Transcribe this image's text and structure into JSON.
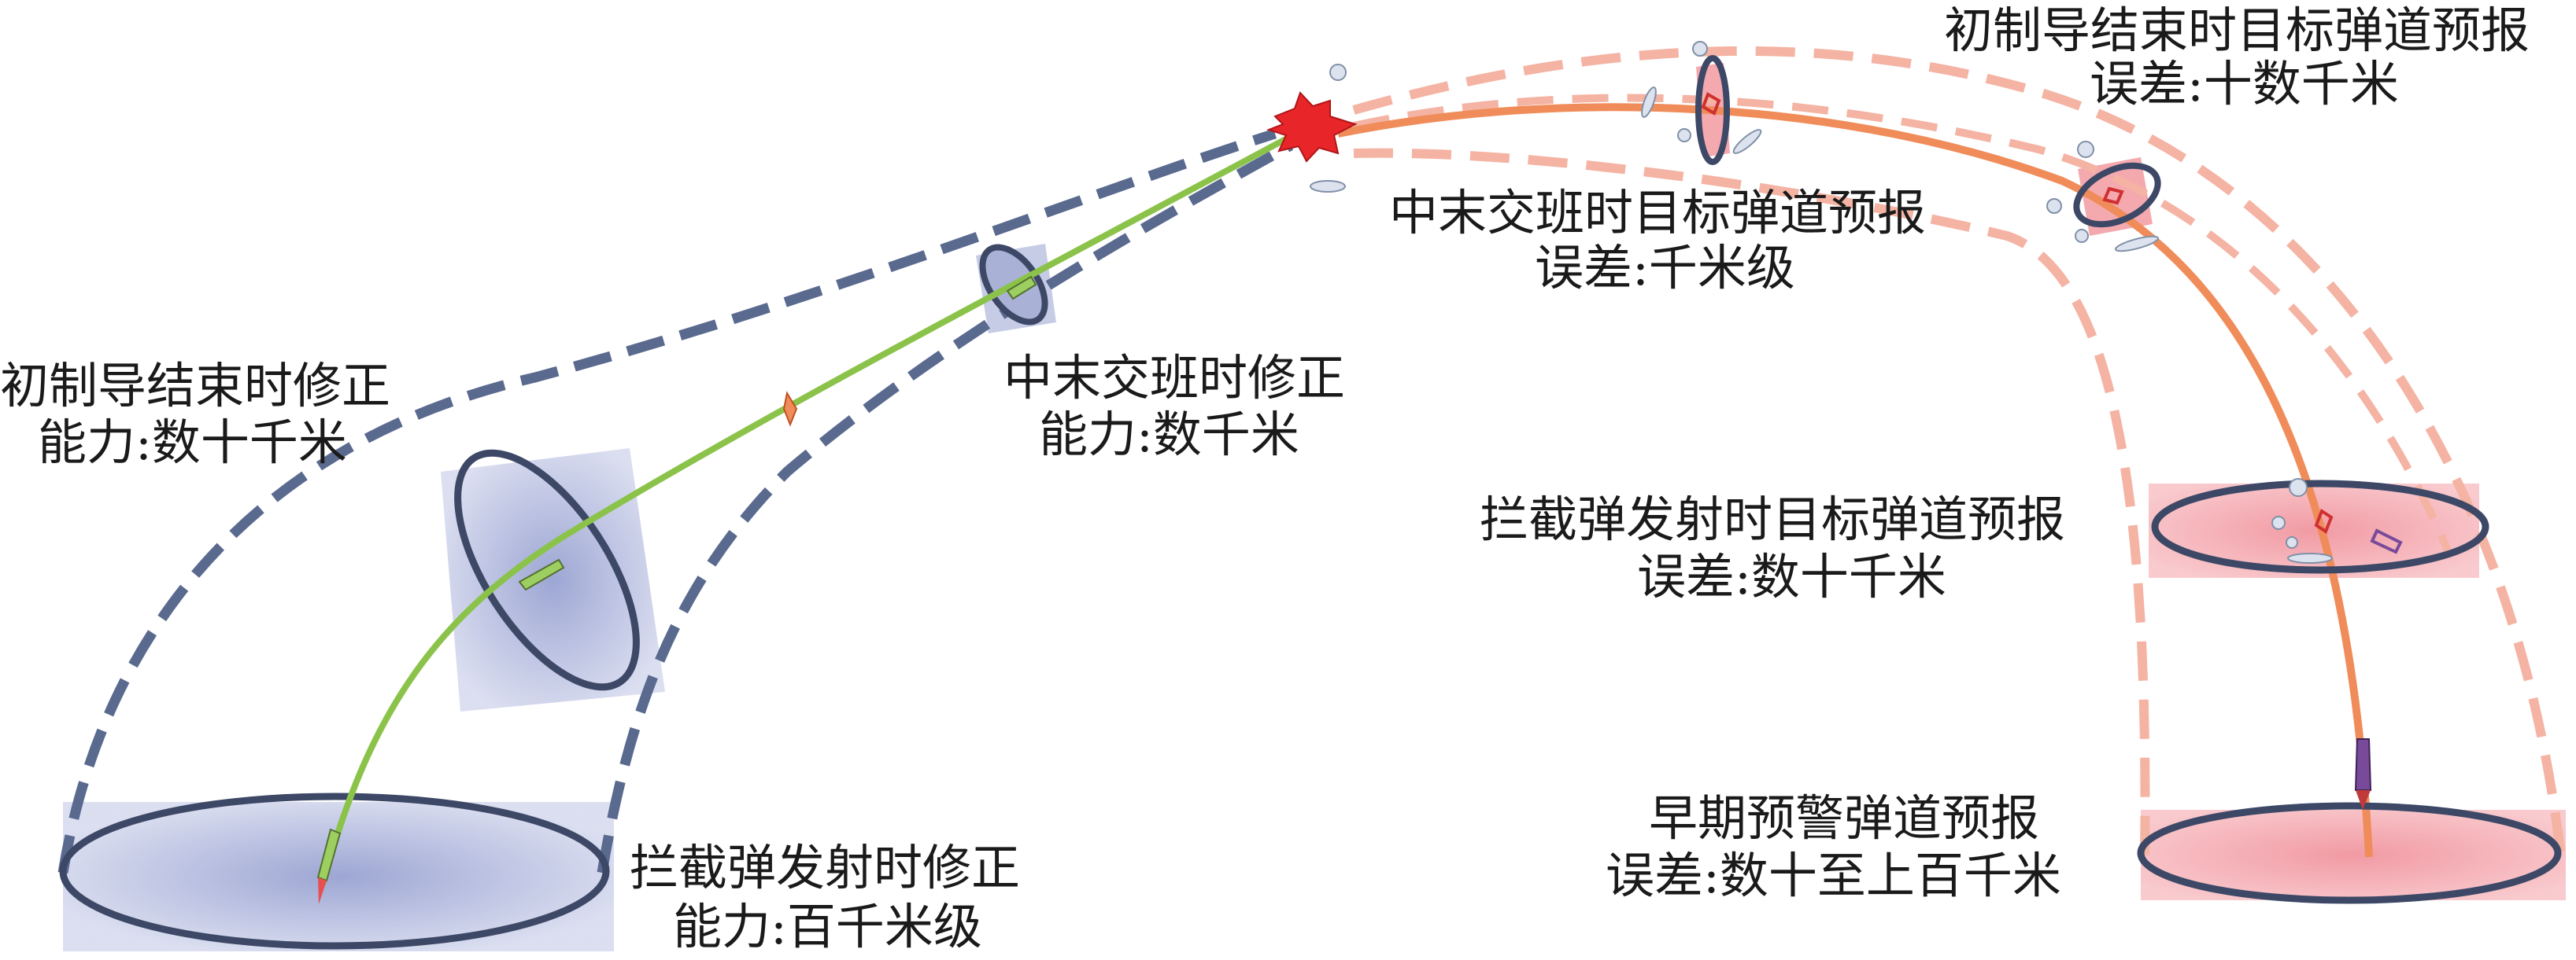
{
  "labels": {
    "left_initial_title": "初制导结束时修正",
    "left_initial_value": "能力:数十千米",
    "left_midcourse_title": "中末交班时修正",
    "left_midcourse_value": "能力:数千米",
    "left_launch_title": "拦截弹发射时修正",
    "left_launch_value": "能力:百千米级",
    "right_initial_title": "初制导结束时目标弹道预报",
    "right_initial_value": "误差:十数千米",
    "right_midcourse_title": "中末交班时目标弹道预报",
    "right_midcourse_value": "误差:千米级",
    "right_launch_title": "拦截弹发射时目标弹道预报",
    "right_launch_value": "误差:数十千米",
    "right_early_title": "早期预警弹道预报",
    "right_early_value": "误差:数十至上百千米"
  },
  "colors": {
    "left_dashed": "#5a6a8f",
    "left_region": "#aab2d6",
    "left_ellipse": "#3d4866",
    "interceptor_path": "#8bc34a",
    "right_dashed": "#f4b3a3",
    "right_region": "#f5a3a8",
    "target_path": "#f08c5a",
    "explosion": "#e8262a"
  }
}
